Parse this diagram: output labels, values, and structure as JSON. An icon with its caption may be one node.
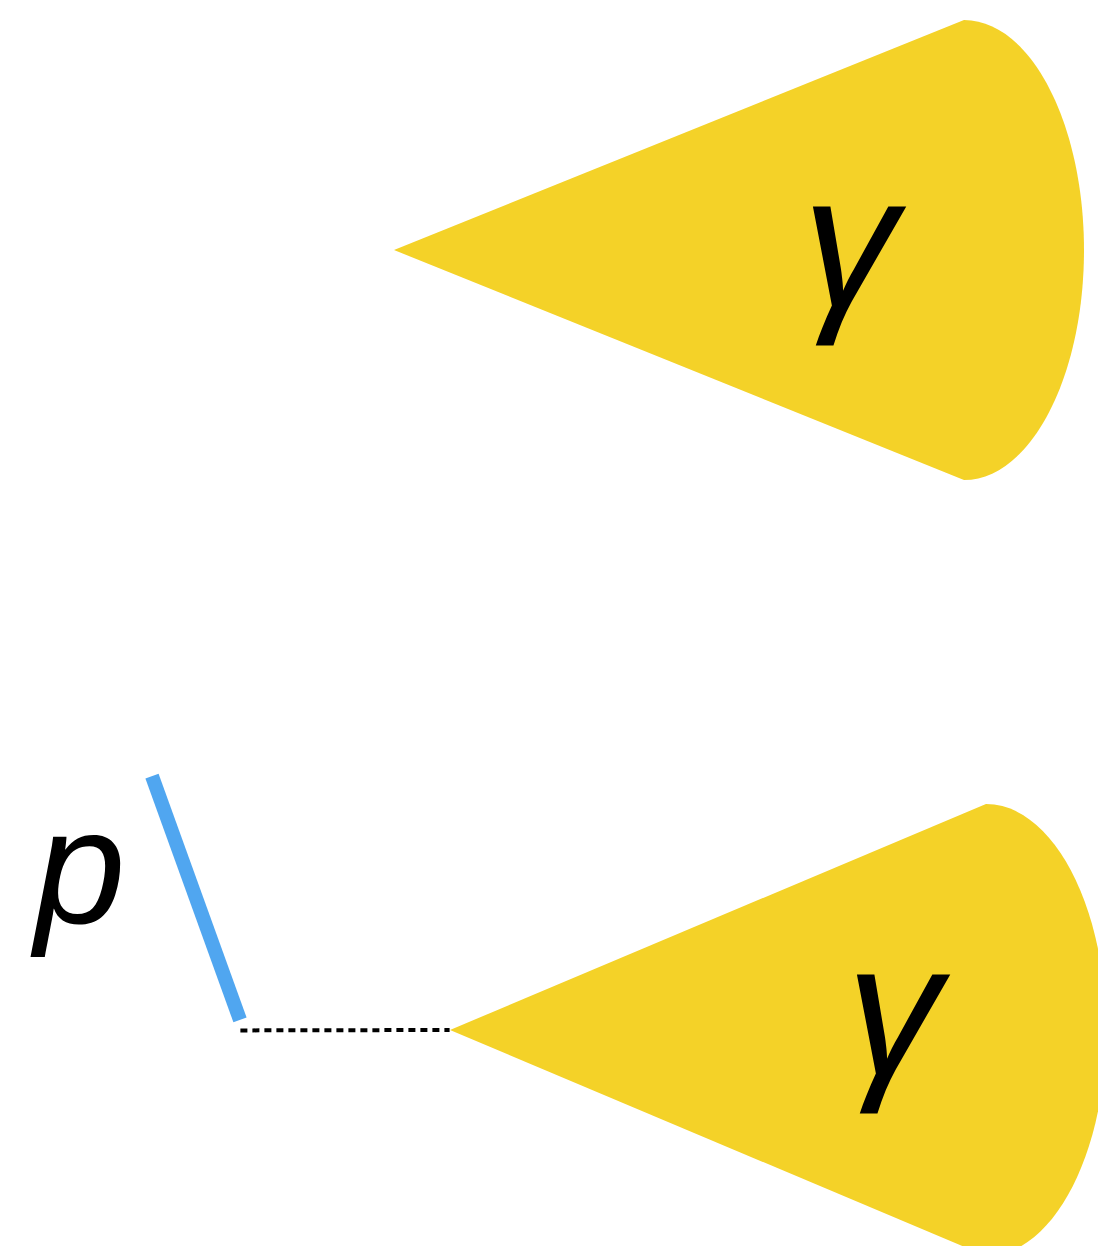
{
  "diagram": {
    "nodes": [
      {
        "text": [
          "γ"
        ]
      },
      {
        "text": [],
        "shape": "bar",
        "beside": [
          "p"
        ]
      },
      {
        "text": [
          "γ"
        ]
      }
    ],
    "edges": [
      {
        "from": 1,
        "to": 2,
        "arrow": "none",
        "style": "dashed"
      }
    ]
  }
}
